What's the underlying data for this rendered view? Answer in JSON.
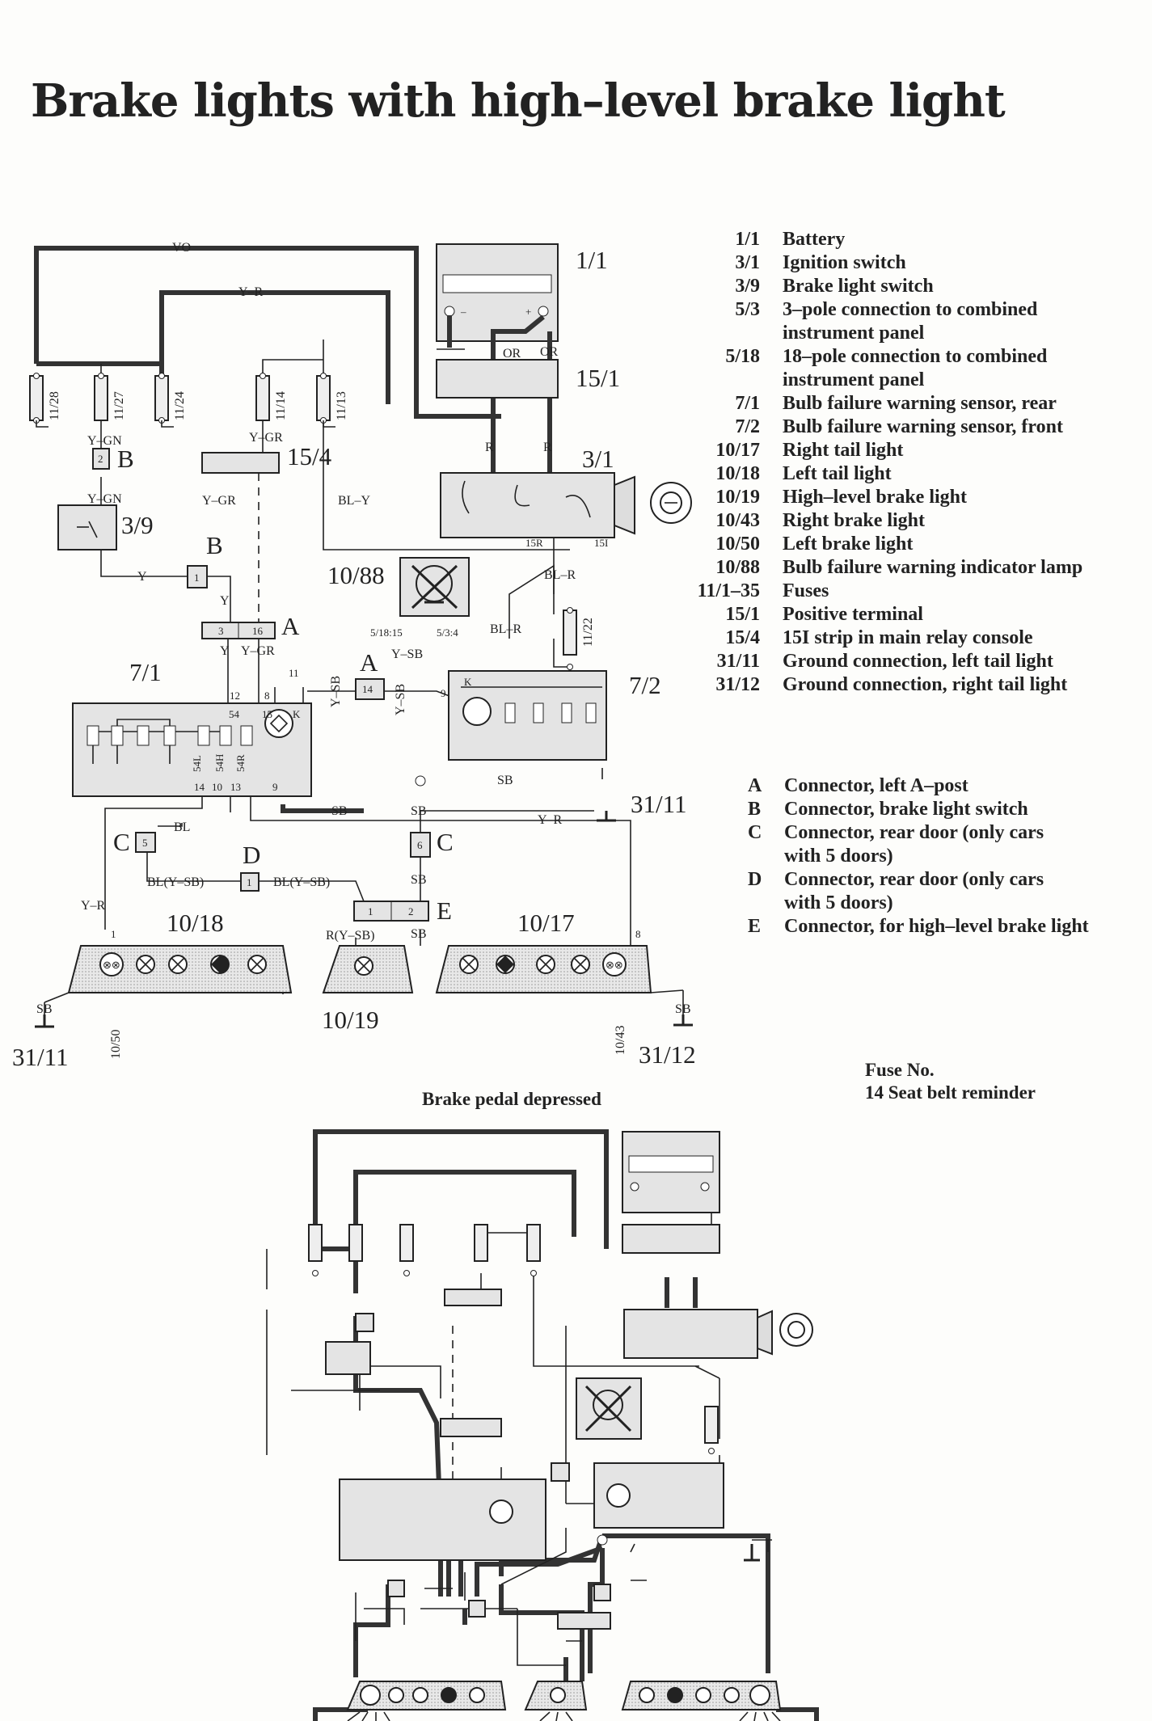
{
  "title": "Brake lights with high–level brake light",
  "components": [
    {
      "code": "1/1",
      "desc": [
        "Battery"
      ]
    },
    {
      "code": "3/1",
      "desc": [
        "Ignition switch"
      ]
    },
    {
      "code": "3/9",
      "desc": [
        "Brake light switch"
      ]
    },
    {
      "code": "5/3",
      "desc": [
        "3–pole connection to combined",
        "instrument panel"
      ]
    },
    {
      "code": "5/18",
      "desc": [
        "18–pole connection to combined",
        "instrument panel"
      ]
    },
    {
      "code": "7/1",
      "desc": [
        "Bulb failure warning sensor, rear"
      ]
    },
    {
      "code": "7/2",
      "desc": [
        "Bulb failure warning sensor, front"
      ]
    },
    {
      "code": "10/17",
      "desc": [
        "Right tail light"
      ]
    },
    {
      "code": "10/18",
      "desc": [
        "Left tail light"
      ]
    },
    {
      "code": "10/19",
      "desc": [
        "High–level brake light"
      ]
    },
    {
      "code": "10/43",
      "desc": [
        "Right brake light"
      ]
    },
    {
      "code": "10/50",
      "desc": [
        "Left brake light"
      ]
    },
    {
      "code": "10/88",
      "desc": [
        "Bulb failure warning indicator lamp"
      ]
    },
    {
      "code": "11/1–35",
      "desc": [
        "Fuses"
      ]
    },
    {
      "code": "15/1",
      "desc": [
        "Positive terminal"
      ]
    },
    {
      "code": "15/4",
      "desc": [
        "15I strip in main relay console"
      ]
    },
    {
      "code": "31/11",
      "desc": [
        "Ground connection, left tail light"
      ]
    },
    {
      "code": "31/12",
      "desc": [
        "Ground connection, right tail light"
      ]
    }
  ],
  "connectors": [
    {
      "code": "A",
      "desc": [
        "Connector, left A–post"
      ]
    },
    {
      "code": "B",
      "desc": [
        "Connector, brake light switch"
      ]
    },
    {
      "code": "C",
      "desc": [
        "Connector, rear door (only cars",
        "with 5 doors)"
      ]
    },
    {
      "code": "D",
      "desc": [
        "Connector, rear door (only cars",
        "with 5 doors)"
      ]
    },
    {
      "code": "E",
      "desc": [
        "Connector, for high–level brake light"
      ]
    }
  ],
  "fuse_note": [
    "Fuse No.",
    "14 Seat belt reminder"
  ],
  "lower_caption": "Brake pedal depressed",
  "diagram": {
    "wires": {
      "vo": "VO",
      "y_r": "Y–R",
      "y_gn": "Y–GN",
      "y_gr": "Y–GR",
      "bl_y": "BL–Y",
      "or": "OR",
      "r": "R",
      "bl_r": "BL–R",
      "y": "Y",
      "y_sb": "Y–SB",
      "sb": "SB",
      "bl": "BL",
      "bl_ysb": "BL(Y–SB)",
      "r_ysb": "R(Y–SB)"
    },
    "labels": {
      "c1_1": "1/1",
      "c15_1": "15/1",
      "c3_1": "3/1",
      "c15_4": "15/4",
      "c3_9": "3/9",
      "c10_88": "10/88",
      "c7_1": "7/1",
      "c7_2": "7/2",
      "c31_11": "31/11",
      "c31_12": "31/12",
      "c10_18": "10/18",
      "c10_17": "10/17",
      "c10_19": "10/19",
      "c10_50": "10/50",
      "c10_43": "10/43",
      "A": "A",
      "B": "B",
      "C": "C",
      "D": "D",
      "E": "E"
    },
    "fuses": [
      "11/28",
      "11/27",
      "11/24",
      "11/14",
      "11/13",
      "11/22"
    ],
    "ign_terminals": {
      "r15": "15R",
      "i15": "15I"
    },
    "pins": {
      "b2": "2",
      "b1": "1",
      "a3": "3",
      "a16": "16",
      "a14": "14",
      "c5": "5",
      "c6": "6",
      "d1": "1",
      "e1": "1",
      "e2": "2",
      "p12": "12",
      "p8": "8",
      "p11": "11",
      "p54": "54",
      "p15": "15",
      "pK": "K",
      "p54L": "54L",
      "p54H": "54H",
      "p54R": "54R",
      "p14": "14",
      "p10": "10",
      "p13": "13",
      "p9": "9",
      "p9b": "9",
      "pK2": "K",
      "p518": "5/18:15",
      "p53": "5/3:4",
      "t1": "1",
      "t8": "8"
    }
  }
}
